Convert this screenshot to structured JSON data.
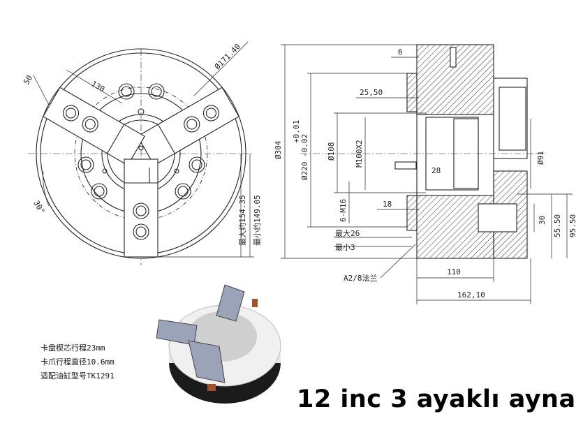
{
  "title": "12 inc 3 ayaklı ayna",
  "notes": [
    "卡盘楔芯行程23mm",
    "卡爪行程直径10.6mm",
    "适配油缸型号TK1291"
  ],
  "front_view": {
    "dims": {
      "d171": "Ø171.40",
      "d130": "130",
      "d50": "50",
      "angle30": "30°",
      "max_dia": "最大约154.35",
      "min_dia": "最小约149.05"
    }
  },
  "side_view": {
    "dims": {
      "d304": "Ø304",
      "tol_up": "+0.01",
      "d220": "Ø220 -0.02",
      "d108": "Ø108",
      "m100": "M100X2",
      "m16": "6-M16",
      "max26": "最大26",
      "min3": "最小3",
      "flange": "A2/8法兰",
      "v6": "6",
      "v2550": "25,50",
      "v18": "18",
      "v28": "28",
      "d91": "Ø91",
      "v30": "30",
      "v5550": "55.50",
      "v9550": "95.50",
      "v110": "110",
      "v16210": "162,10"
    }
  }
}
